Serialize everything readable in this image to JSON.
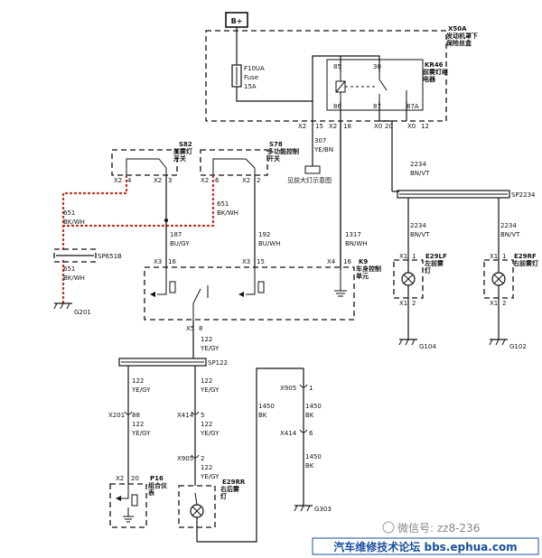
{
  "battery": "B+",
  "fuse_box": {
    "id": "X50A",
    "name": "发动机罩下保险丝盒"
  },
  "fuse": {
    "id": "F10UA",
    "type": "Fuse",
    "rating": "15A"
  },
  "relay": {
    "id": "KR46",
    "name": "前雾灯继电器",
    "pins": [
      "85",
      "30",
      "86",
      "87",
      "87A"
    ]
  },
  "fuse_box_connectors": {
    "c1": "X2",
    "c1_pin": "15",
    "c2": "X2",
    "c2_pin": "18",
    "c3": "X0",
    "c3_pin": "20",
    "c4": "X0",
    "c4_pin": "12"
  },
  "wire_307": {
    "num": "307",
    "color": "YE/BN"
  },
  "note_fog": "见前大灯示意图",
  "wire_2234_a": {
    "num": "2234",
    "color": "BN/VT"
  },
  "splice_2234": "SP2234",
  "wire_2234_b": {
    "num": "2234",
    "color": "BN/VT"
  },
  "wire_2234_c": {
    "num": "2234",
    "color": "BN/VT"
  },
  "lamp_left": {
    "id": "E29LF",
    "name": "左前雾灯",
    "top_conn": "X1",
    "top_pin": "1",
    "bot_conn": "X1",
    "bot_pin": "2"
  },
  "lamp_right": {
    "id": "E29RF",
    "name": "右前雾灯",
    "top_conn": "X1",
    "top_pin": "1",
    "bot_conn": "X1",
    "bot_pin": "2"
  },
  "ground_g104": "G104",
  "ground_g102": "G102",
  "switch_s82": {
    "id": "S82",
    "name": "前雾灯开关",
    "conn_left": "X2",
    "pin_left": "4",
    "conn_right": "X2",
    "pin_right": "3"
  },
  "switch_s78": {
    "id": "S78",
    "name": "多功能控制开关",
    "conn_left": "X2",
    "pin_left": "6",
    "conn_right": "X2",
    "pin_right": "2"
  },
  "wire_651_a": {
    "num": "651",
    "color": "BK/WH"
  },
  "wire_651_b": {
    "num": "651",
    "color": "BK/WH"
  },
  "splice_651b": "SP651B",
  "wire_651_c": {
    "num": "651",
    "color": "BK/WH"
  },
  "ground_g201": "G201",
  "wire_187": {
    "num": "187",
    "color": "BU/GY"
  },
  "wire_192": {
    "num": "192",
    "color": "BU/WH"
  },
  "wire_1317": {
    "num": "1317",
    "color": "BN/WH"
  },
  "module_k9": {
    "id": "K9",
    "name": "车身控制单元"
  },
  "k9_pins": {
    "p1_conn": "X3",
    "p1_pin": "16",
    "p2_conn": "X3",
    "p2_pin": "15",
    "p3_conn": "X4",
    "p3_pin": "16",
    "p4_conn": "X5",
    "p4_pin": "8"
  },
  "wire_122_a": {
    "num": "122",
    "color": "YE/GY"
  },
  "splice_122": "SP122",
  "wire_122_b": {
    "num": "122",
    "color": "YE/GY"
  },
  "wire_122_c": {
    "num": "122",
    "color": "YE/GY"
  },
  "conn_x201": {
    "conn": "X201",
    "pin": "88"
  },
  "wire_122_d": {
    "num": "122",
    "color": "YE/GY"
  },
  "conn_x414_a": {
    "conn": "X414",
    "pin": "5"
  },
  "wire_122_e": {
    "num": "122",
    "color": "YE/GY"
  },
  "conn_x905_a": {
    "conn": "X905",
    "pin": "2"
  },
  "wire_122_f": {
    "num": "122",
    "color": "YE/GY"
  },
  "cluster": {
    "id": "P16",
    "name": "组合仪表",
    "conn": "X2",
    "pin": "20"
  },
  "lamp_rear": {
    "id": "E29RR",
    "name": "右后雾灯"
  },
  "wire_1450_a": {
    "num": "1450",
    "color": "BK"
  },
  "conn_x905_b": {
    "conn": "X905",
    "pin": "1"
  },
  "wire_1450_b": {
    "num": "1450",
    "color": "BK"
  },
  "conn_x414_b": {
    "conn": "X414",
    "pin": "6"
  },
  "wire_1450_c": {
    "num": "1450",
    "color": "BK"
  },
  "ground_g303": "G303",
  "watermark": "微信号: zz8-236",
  "footer": "汽车维修技术论坛 bbs.ephua.com"
}
